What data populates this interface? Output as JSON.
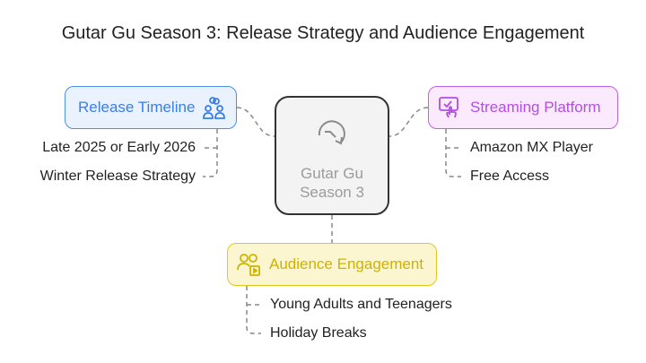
{
  "title": "Gutar Gu Season 3: Release Strategy and Audience Engagement",
  "center": {
    "line1": "Gutar Gu",
    "line2": "Season 3",
    "icon": "rotate-arrow-icon"
  },
  "nodes": {
    "release": {
      "label": "Release Timeline",
      "icon": "people-link-icon",
      "color": "#3a7ee6",
      "items": [
        "Late 2025 or Early 2026",
        "Winter Release Strategy"
      ]
    },
    "streaming": {
      "label": "Streaming Platform",
      "icon": "touch-screen-icon",
      "color": "#b24ee0",
      "items": [
        "Amazon MX Player",
        "Free Access"
      ]
    },
    "audience": {
      "label": "Audience Engagement",
      "icon": "audience-video-icon",
      "color": "#cfb200",
      "items": [
        "Young Adults and Teenagers",
        "Holiday Breaks"
      ]
    }
  }
}
